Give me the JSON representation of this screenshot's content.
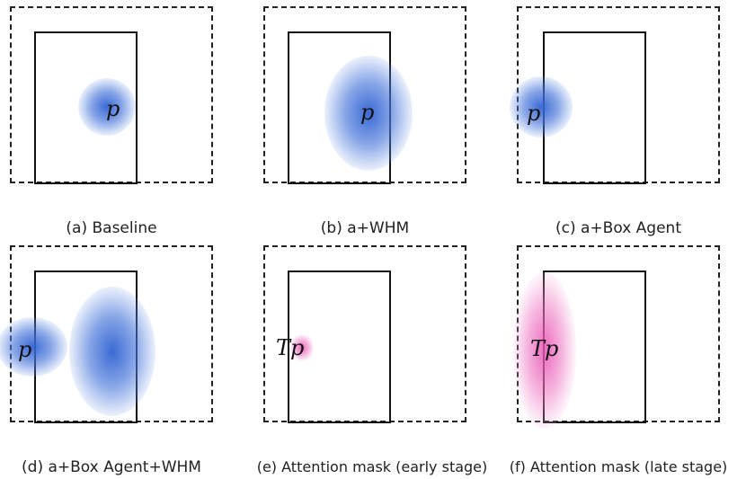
{
  "panels": [
    {
      "caption": "(a) Baseline",
      "point_label": "p"
    },
    {
      "caption": "(b) a+WHM",
      "point_label": "p"
    },
    {
      "caption": "(c) a+Box Agent",
      "point_label": "p"
    },
    {
      "caption": "(d) a+Box Agent+WHM",
      "point_label": "p"
    },
    {
      "caption": "(e) Attention mask (early stage)",
      "point_label": "Tp"
    },
    {
      "caption": "(f) Attention mask (late stage)",
      "point_label": "Tp"
    }
  ],
  "colors": {
    "attention_blue": "#3c6fd6",
    "attention_pink": "#e868b8"
  }
}
